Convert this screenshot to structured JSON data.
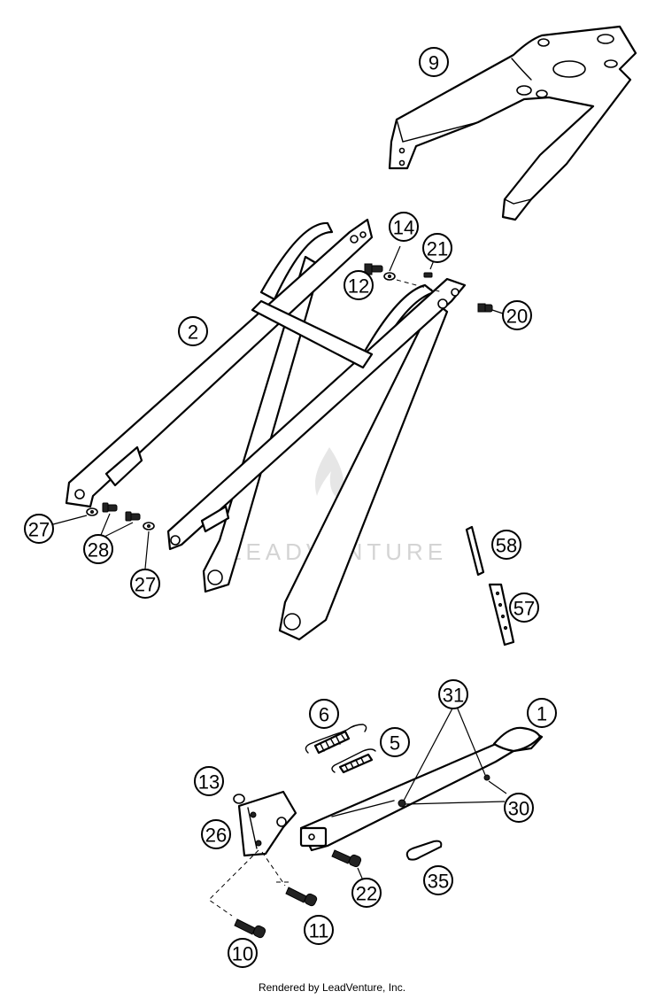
{
  "callouts": {
    "p9": "9",
    "p14": "14",
    "p21": "21",
    "p12": "12",
    "p20": "20",
    "p2": "2",
    "p27a": "27",
    "p28": "28",
    "p27b": "27",
    "p58": "58",
    "p57": "57",
    "p31": "31",
    "p1": "1",
    "p6": "6",
    "p5": "5",
    "p13": "13",
    "p30": "30",
    "p26": "26",
    "p22": "22",
    "p35": "35",
    "p11": "11",
    "p10": "10"
  },
  "watermark": "LEADVENTURE",
  "footer": "Rendered by LeadVenture, Inc."
}
